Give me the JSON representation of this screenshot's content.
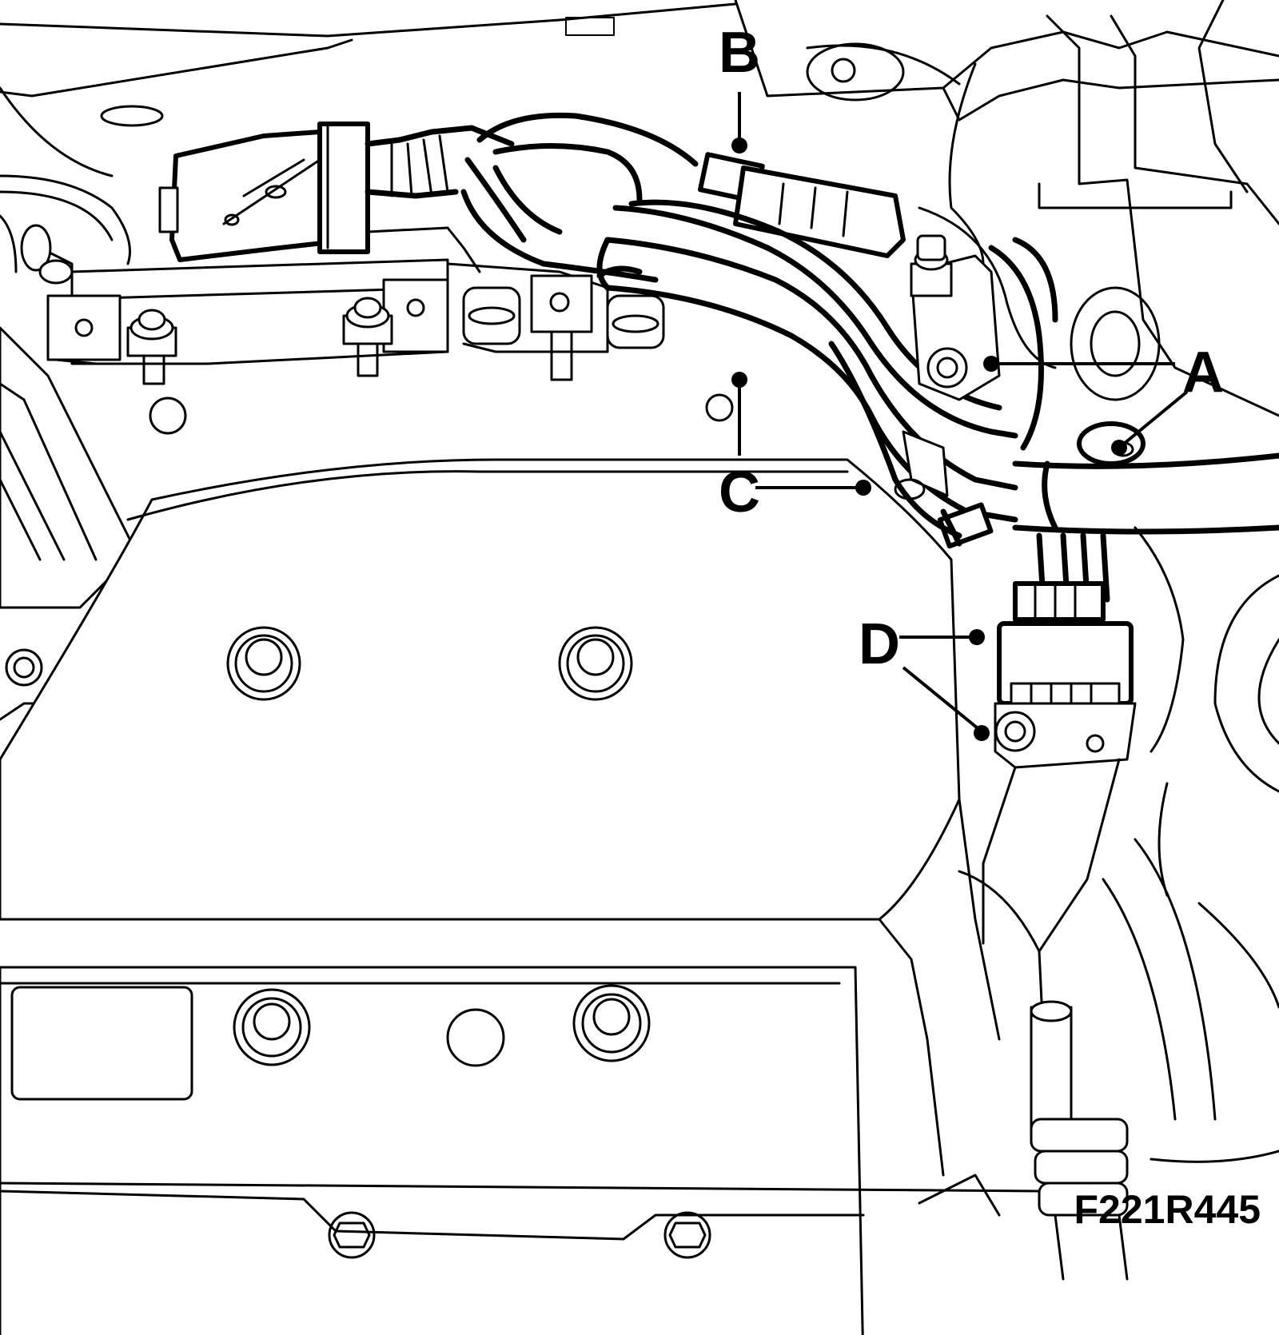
{
  "figure": {
    "callouts": {
      "a": "A",
      "b": "B",
      "c": "C",
      "d": "D"
    },
    "figure_code": "F221R445"
  }
}
